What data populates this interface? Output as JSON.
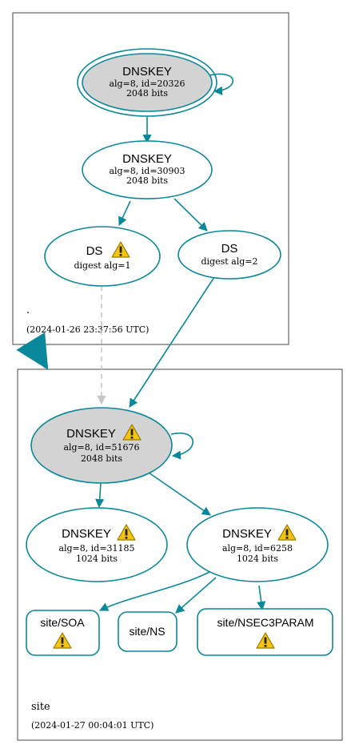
{
  "colors": {
    "edge": "#0a879a",
    "edge_dashed": "#c6c6c6",
    "ksk_fill": "#d3d3d3",
    "node_fill": "#ffffff",
    "cluster_border": "#444444",
    "warning_fill": "#f3c413",
    "warning_stroke": "#9a7a00"
  },
  "zones": {
    "root": {
      "name": ".",
      "timestamp": "(2024-01-26 23:37:56 UTC)"
    },
    "site": {
      "name": "site",
      "timestamp": "(2024-01-27 00:04:01 UTC)"
    }
  },
  "nodes": {
    "root_ksk": {
      "title": "DNSKEY",
      "line1": "alg=8, id=20326",
      "line2": "2048 bits"
    },
    "root_zsk": {
      "title": "DNSKEY",
      "line1": "alg=8, id=30903",
      "line2": "2048 bits"
    },
    "ds1": {
      "title": "DS",
      "line1": "digest alg=1",
      "warning_icon": "warning-icon"
    },
    "ds2": {
      "title": "DS",
      "line1": "digest alg=2"
    },
    "site_ksk": {
      "title": "DNSKEY",
      "line1": "alg=8, id=51676",
      "line2": "2048 bits",
      "warning_icon": "warning-icon"
    },
    "site_zsk1": {
      "title": "DNSKEY",
      "line1": "alg=8, id=31185",
      "line2": "1024 bits",
      "warning_icon": "warning-icon"
    },
    "site_zsk2": {
      "title": "DNSKEY",
      "line1": "alg=8, id=6258",
      "line2": "1024 bits",
      "warning_icon": "warning-icon"
    },
    "soa": {
      "title": "site/SOA",
      "warning_icon": "warning-icon"
    },
    "ns": {
      "title": "site/NS"
    },
    "nsec3param": {
      "title": "site/NSEC3PARAM",
      "warning_icon": "warning-icon"
    }
  }
}
